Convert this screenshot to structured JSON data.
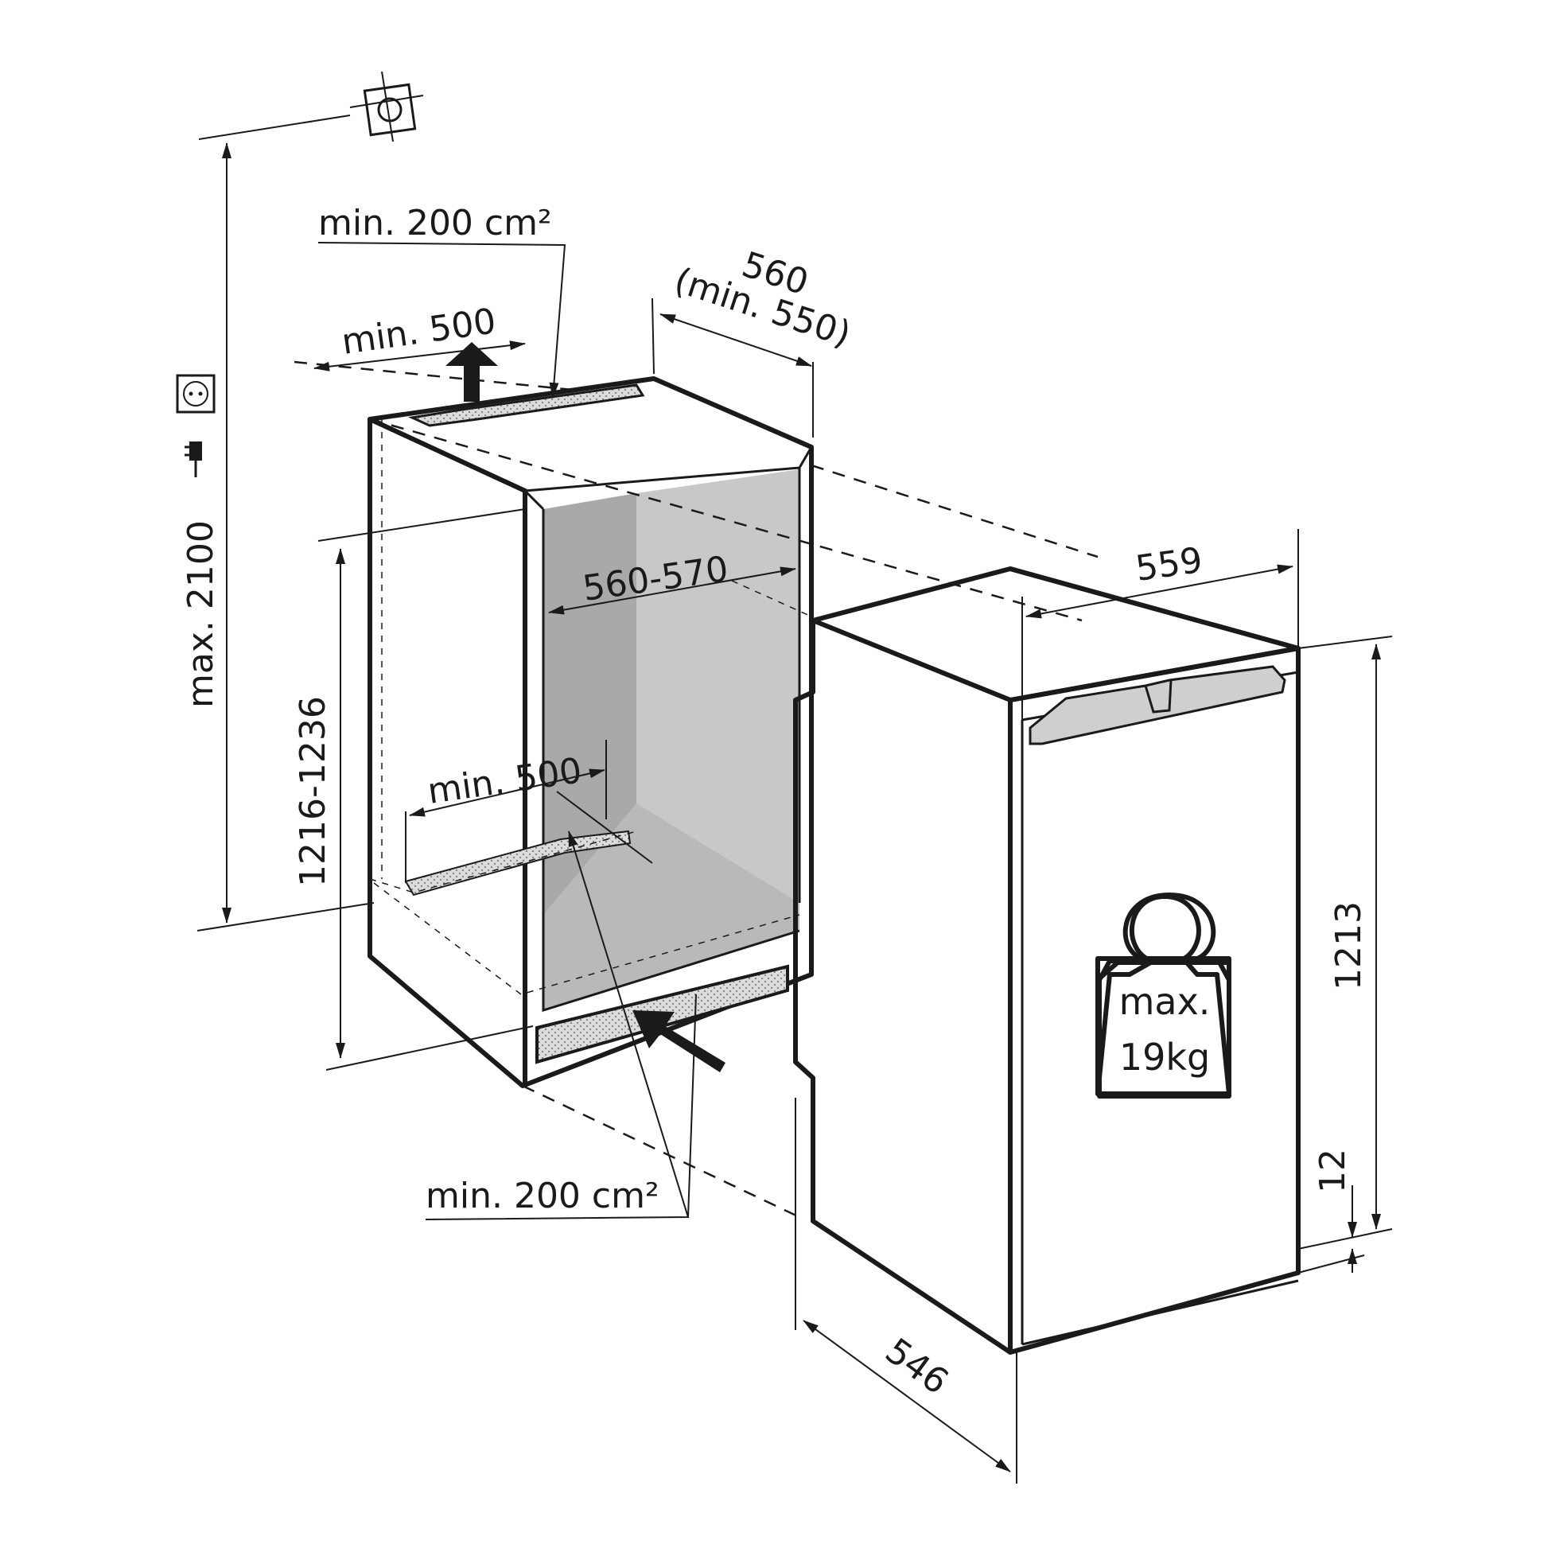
{
  "labels": {
    "max_height": "max. 2100",
    "vent_top_area": "min. 200 cm²",
    "vent_top_width": "min. 500",
    "depth_top_value": "560",
    "depth_top_min": "(min. 550)",
    "niche_width": "560-570",
    "niche_height": "1216-1236",
    "vent_bottom_width": "min. 500",
    "vent_bottom_area": "min. 200 cm²",
    "appliance_width": "559",
    "appliance_height": "1213",
    "gap_bottom": "12",
    "appliance_depth": "546",
    "weight_line1": "max.",
    "weight_line2": "19kg"
  },
  "colors": {
    "line": "#1a1a1a",
    "niche_back": "#c8c8c8",
    "niche_side": "#a9a9a9",
    "niche_floor": "#b9b9b9",
    "vent_grille": "#d9d9d9",
    "control_panel": "#cfcfcf"
  },
  "icons": [
    "water-connection-icon",
    "socket-icon",
    "plug-icon",
    "weight-icon",
    "airflow-arrow-icon"
  ]
}
